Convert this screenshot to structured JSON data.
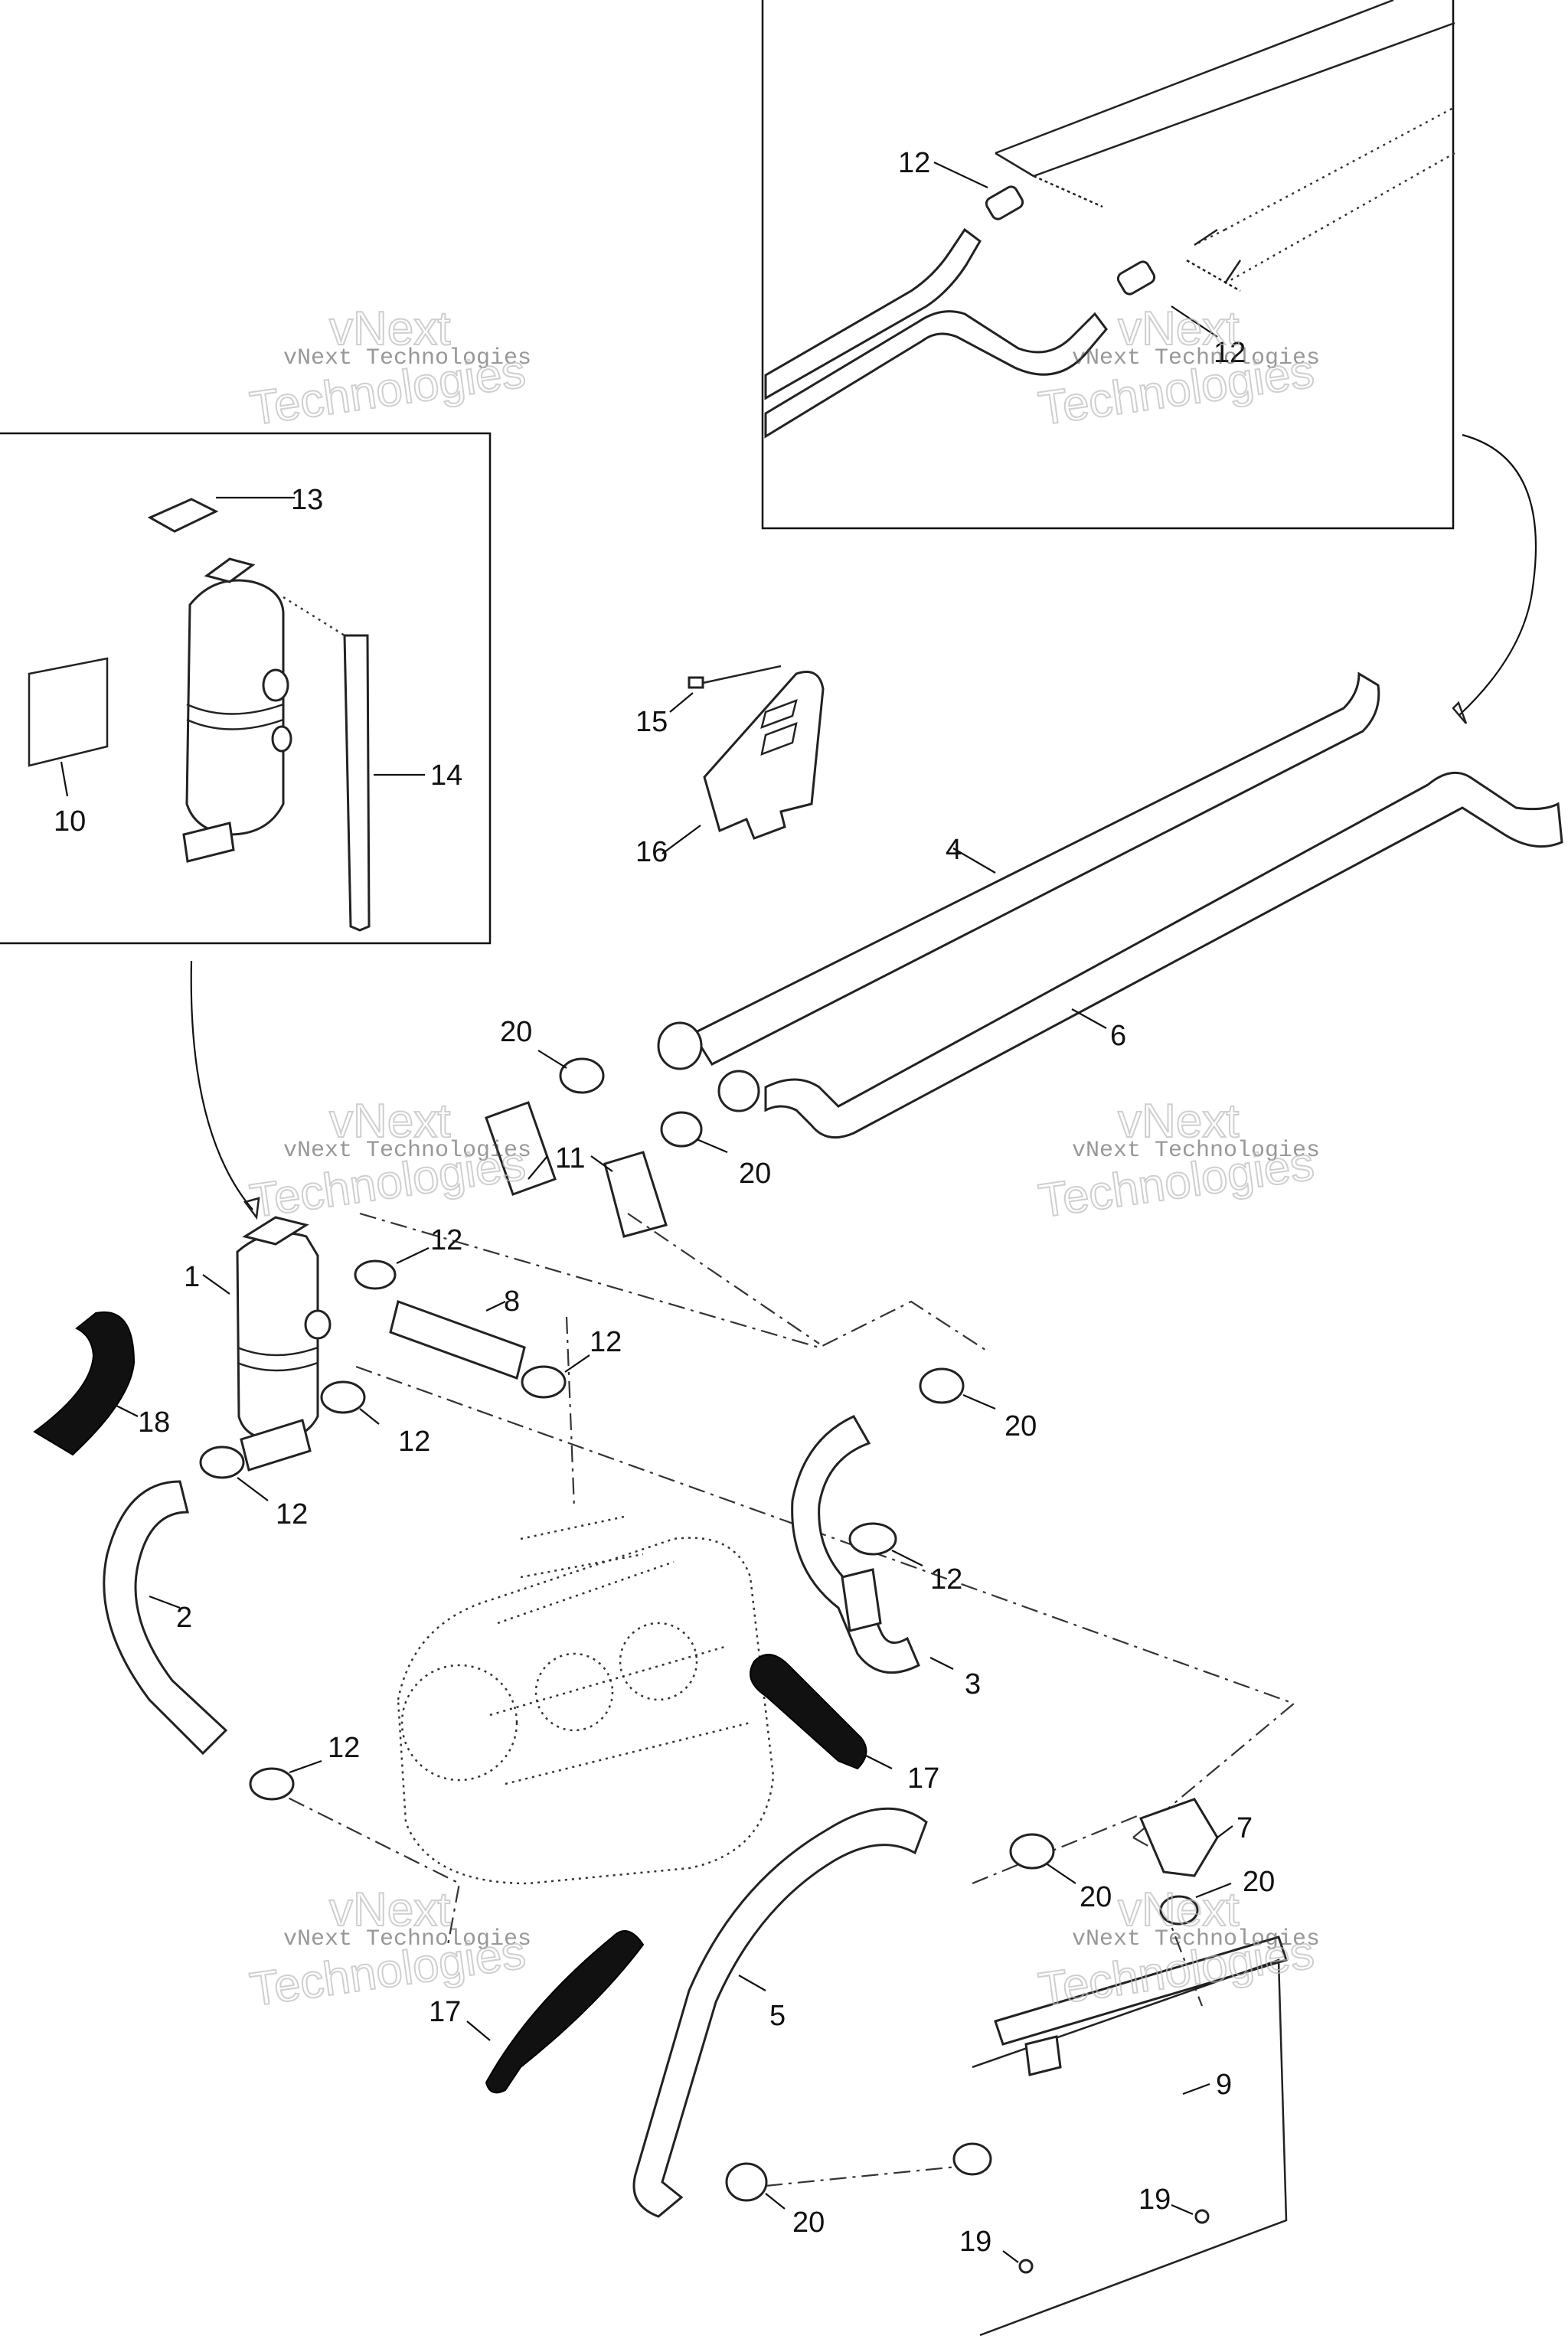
{
  "diagram": {
    "callouts": {
      "c1": "1",
      "c2": "2",
      "c3": "3",
      "c4": "4",
      "c5": "5",
      "c6": "6",
      "c7": "7",
      "c8": "8",
      "c9": "9",
      "c10": "10",
      "c11": "11",
      "c12a": "12",
      "c12b": "12",
      "c12c": "12",
      "c12d": "12",
      "c12e": "12",
      "c12f": "12",
      "c12g": "12",
      "c12h": "12",
      "c13": "13",
      "c14": "14",
      "c15": "15",
      "c16": "16",
      "c17a": "17",
      "c17b": "17",
      "c18": "18",
      "c19a": "19",
      "c19b": "19",
      "c20a": "20",
      "c20b": "20",
      "c20c": "20",
      "c20d": "20",
      "c20e": "20",
      "c20f": "20"
    },
    "watermark": {
      "small": "vNext Technologies",
      "big_top": "vNext",
      "big_bottom": "Technologies"
    }
  }
}
